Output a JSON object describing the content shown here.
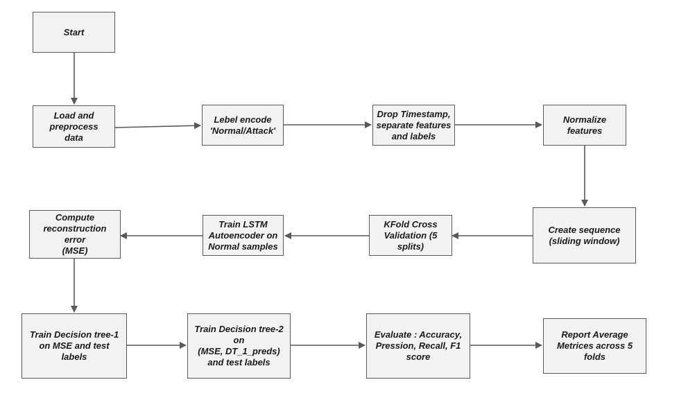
{
  "diagram": {
    "type": "flowchart",
    "colors": {
      "box_fill": "#f2f2f2",
      "box_border": "#595959",
      "arrow": "#595959",
      "text": "#1a1a1a"
    },
    "nodes": [
      {
        "id": "start",
        "label": "Start"
      },
      {
        "id": "load",
        "label": "Load and\npreprocess\ndata"
      },
      {
        "id": "encode",
        "label": "Lebel encode\n'Normal/Attack'"
      },
      {
        "id": "drop",
        "label": "Drop Timestamp,\nseparate features\nand labels"
      },
      {
        "id": "normalize",
        "label": "Normalize\nfeatures"
      },
      {
        "id": "sequence",
        "label": "Create sequence\n(sliding window)"
      },
      {
        "id": "kfold",
        "label": "KFold Cross\nValidation (5\nsplits)"
      },
      {
        "id": "lstm",
        "label": "Train LSTM\nAutoencoder on\nNormal samples"
      },
      {
        "id": "mse",
        "label": "Compute\nreconstruction\nerror\n(MSE)"
      },
      {
        "id": "dt1",
        "label": "Train Decision tree-1\non MSE and test\nlabels"
      },
      {
        "id": "dt2",
        "label": "Train Decision tree-2\non\n(MSE, DT_1_preds)\nand test labels"
      },
      {
        "id": "evaluate",
        "label": "Evaluate : Accuracy,\nPression, Recall, F1\nscore"
      },
      {
        "id": "report",
        "label": "Report Average\nMetrices across 5\nfolds"
      }
    ],
    "edges": [
      {
        "from": "start",
        "to": "load"
      },
      {
        "from": "load",
        "to": "encode"
      },
      {
        "from": "encode",
        "to": "drop"
      },
      {
        "from": "drop",
        "to": "normalize"
      },
      {
        "from": "normalize",
        "to": "sequence"
      },
      {
        "from": "sequence",
        "to": "kfold"
      },
      {
        "from": "kfold",
        "to": "lstm"
      },
      {
        "from": "lstm",
        "to": "mse"
      },
      {
        "from": "mse",
        "to": "dt1"
      },
      {
        "from": "dt1",
        "to": "dt2"
      },
      {
        "from": "dt2",
        "to": "evaluate"
      },
      {
        "from": "evaluate",
        "to": "report"
      }
    ]
  }
}
